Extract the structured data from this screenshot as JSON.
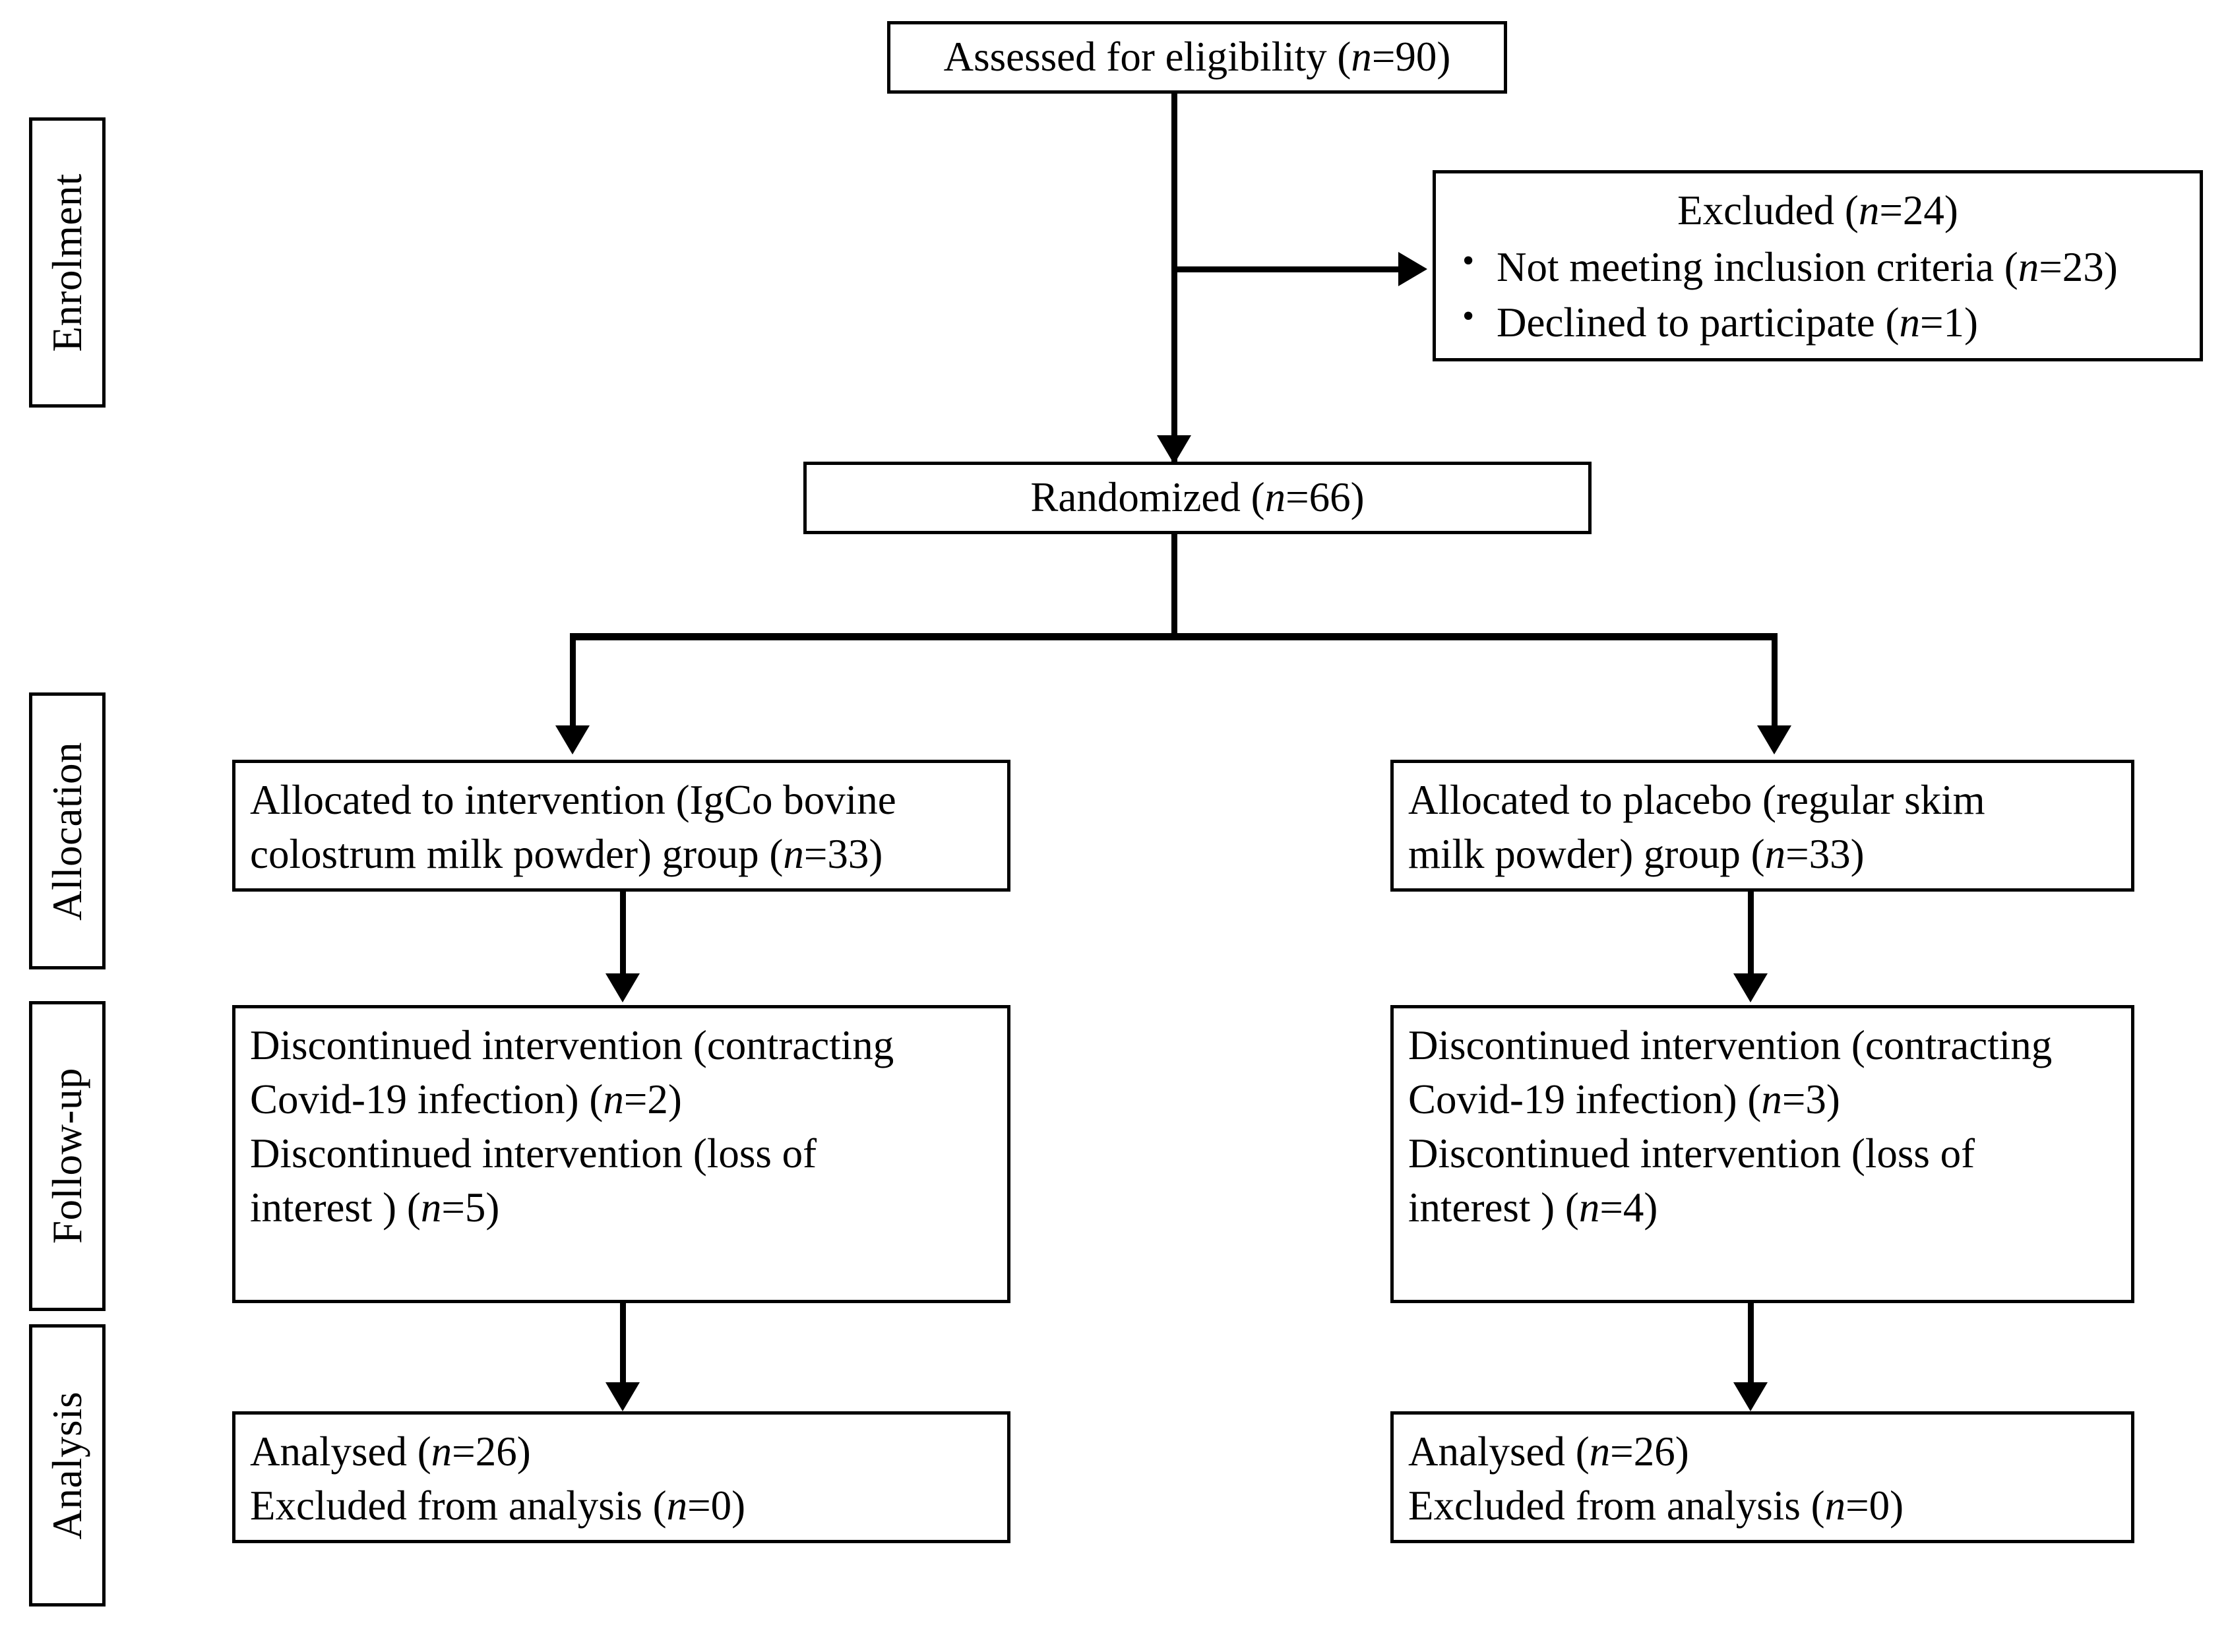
{
  "diagram": {
    "title": "CONSORT participant flow diagram",
    "type": "flowchart",
    "line_color": "#000000",
    "background_color": "#ffffff"
  },
  "stages": [
    {
      "key": "enrolment",
      "label": "Enrolment"
    },
    {
      "key": "allocation",
      "label": "Allocation"
    },
    {
      "key": "followup",
      "label": "Follow-up"
    },
    {
      "key": "analysis",
      "label": "Analysis"
    }
  ],
  "nodes": {
    "assessed": {
      "text_before": "Assessed for eligibility (",
      "n_symbol": "n",
      "text_after": "=90)"
    },
    "excluded": {
      "title_before": "Excluded (",
      "title_n": "n",
      "title_after": "=24)",
      "bullets": [
        {
          "before": "Not meeting inclusion criteria (",
          "n": "n",
          "after": "=23)"
        },
        {
          "before": "Declined to participate (",
          "n": "n",
          "after": "=1)"
        }
      ]
    },
    "randomized": {
      "text_before": "Randomized (",
      "n_symbol": "n",
      "text_after": "=66)"
    },
    "alloc_left": {
      "line1": "Allocated to intervention (IgCo bovine",
      "line2_before": "colostrum milk powder) group (",
      "line2_n": "n",
      "line2_after": "=33)"
    },
    "alloc_right": {
      "line1": "Allocated to placebo (regular skim",
      "line2_before": "milk powder) group (",
      "line2_n": "n",
      "line2_after": "=33)"
    },
    "followup_left": {
      "line1": "Discontinued intervention (contracting",
      "line2_before": "Covid-19 infection) (",
      "line2_n": "n",
      "line2_after": "=2)",
      "line3": "Discontinued intervention (loss of",
      "line4_before": "interest ) (",
      "line4_n": "n",
      "line4_after": "=5)"
    },
    "followup_right": {
      "line1": "Discontinued intervention (contracting",
      "line2_before": "Covid-19 infection) (",
      "line2_n": "n",
      "line2_after": "=3)",
      "line3": "Discontinued intervention (loss of",
      "line4_before": "interest ) (",
      "line4_n": "n",
      "line4_after": "=4)"
    },
    "analysis_left": {
      "line1_before": "Analysed (",
      "line1_n": "n",
      "line1_after": "=26)",
      "line2_before": "Excluded from analysis (",
      "line2_n": "n",
      "line2_after": "=0)"
    },
    "analysis_right": {
      "line1_before": "Analysed (",
      "line1_n": "n",
      "line1_after": "=26)",
      "line2_before": "Excluded from analysis (",
      "line2_n": "n",
      "line2_after": "=0)"
    }
  },
  "flow_data": {
    "assessed_for_eligibility": 90,
    "excluded_total": 24,
    "excluded_not_meeting_inclusion_criteria": 23,
    "excluded_declined_to_participate": 1,
    "randomized": 66,
    "allocated_intervention": 33,
    "allocated_placebo": 33,
    "intervention_discontinued_covid": 2,
    "intervention_discontinued_loss_of_interest": 5,
    "placebo_discontinued_covid": 3,
    "placebo_discontinued_loss_of_interest": 4,
    "intervention_analysed": 26,
    "intervention_excluded_from_analysis": 0,
    "placebo_analysed": 26,
    "placebo_excluded_from_analysis": 0
  }
}
